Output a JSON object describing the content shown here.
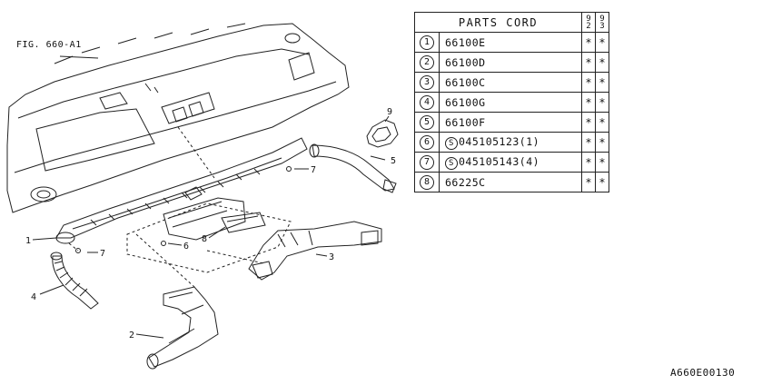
{
  "figure": {
    "fig_label": "FIG. 660-A1",
    "callouts": [
      "1",
      "2",
      "3",
      "4",
      "5",
      "6",
      "7",
      "7",
      "8",
      "9"
    ]
  },
  "table": {
    "header": "PARTS CORD",
    "year_cols": [
      [
        "9",
        "2"
      ],
      [
        "9",
        "3"
      ]
    ],
    "rows": [
      {
        "no": "1",
        "prefix": "",
        "code": "66100E",
        "marks": [
          "*",
          "*"
        ]
      },
      {
        "no": "2",
        "prefix": "",
        "code": "66100D",
        "marks": [
          "*",
          "*"
        ]
      },
      {
        "no": "3",
        "prefix": "",
        "code": "66100C",
        "marks": [
          "*",
          "*"
        ]
      },
      {
        "no": "4",
        "prefix": "",
        "code": "66100G",
        "marks": [
          "*",
          "*"
        ]
      },
      {
        "no": "5",
        "prefix": "",
        "code": "66100F",
        "marks": [
          "*",
          "*"
        ]
      },
      {
        "no": "6",
        "prefix": "S",
        "code": "045105123(1)",
        "marks": [
          "*",
          "*"
        ]
      },
      {
        "no": "7",
        "prefix": "S",
        "code": "045105143(4)",
        "marks": [
          "*",
          "*"
        ]
      },
      {
        "no": "8",
        "prefix": "",
        "code": "66225C",
        "marks": [
          "*",
          "*"
        ]
      }
    ]
  },
  "ref_code": "A660E00130"
}
